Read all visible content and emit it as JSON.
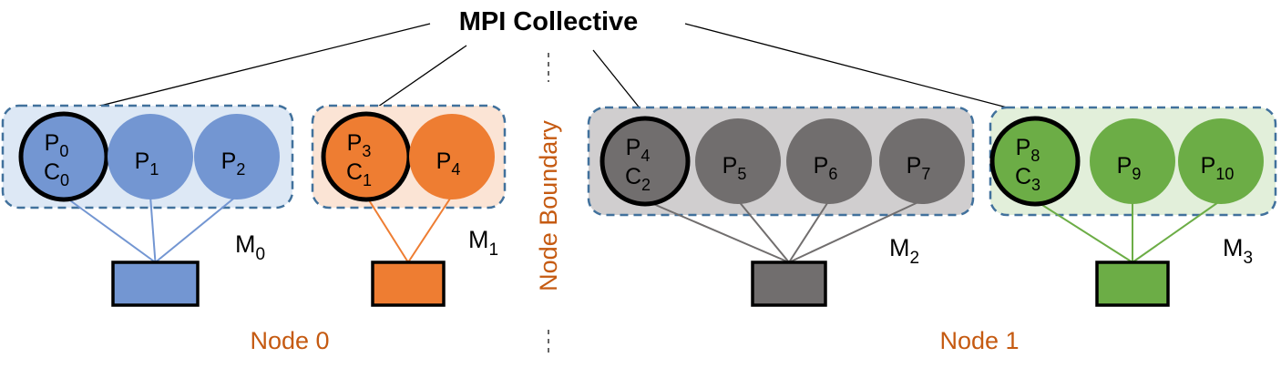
{
  "title": "MPI Collective",
  "boundary_label": "Node Boundary",
  "colors": {
    "blue": "#7396d2",
    "blue_bg": "#dde8f5",
    "orange": "#ee7d32",
    "orange_bg": "#fbe4d5",
    "gray": "#716e6e",
    "gray_bg": "#d0cecf",
    "green": "#6cad46",
    "green_bg": "#e2efda",
    "border": "#41719c",
    "node_text": "#c55a11"
  },
  "nodes": [
    {
      "label": "Node 0",
      "groups": [
        {
          "memory": {
            "base": "M",
            "sub": "0"
          },
          "processes": [
            {
              "p": {
                "base": "P",
                "sub": "0"
              },
              "c": {
                "base": "C",
                "sub": "0"
              },
              "leader": true
            },
            {
              "p": {
                "base": "P",
                "sub": "1"
              }
            },
            {
              "p": {
                "base": "P",
                "sub": "2"
              }
            }
          ]
        },
        {
          "memory": {
            "base": "M",
            "sub": "1"
          },
          "processes": [
            {
              "p": {
                "base": "P",
                "sub": "3"
              },
              "c": {
                "base": "C",
                "sub": "1"
              },
              "leader": true
            },
            {
              "p": {
                "base": "P",
                "sub": "4"
              }
            }
          ]
        }
      ]
    },
    {
      "label": "Node 1",
      "groups": [
        {
          "memory": {
            "base": "M",
            "sub": "2"
          },
          "processes": [
            {
              "p": {
                "base": "P",
                "sub": "4"
              },
              "c": {
                "base": "C",
                "sub": "2"
              },
              "leader": true
            },
            {
              "p": {
                "base": "P",
                "sub": "5"
              }
            },
            {
              "p": {
                "base": "P",
                "sub": "6"
              }
            },
            {
              "p": {
                "base": "P",
                "sub": "7"
              }
            }
          ]
        },
        {
          "memory": {
            "base": "M",
            "sub": "3"
          },
          "processes": [
            {
              "p": {
                "base": "P",
                "sub": "8"
              },
              "c": {
                "base": "C",
                "sub": "3"
              },
              "leader": true
            },
            {
              "p": {
                "base": "P",
                "sub": "9"
              }
            },
            {
              "p": {
                "base": "P",
                "sub": "10"
              }
            }
          ]
        }
      ]
    }
  ]
}
